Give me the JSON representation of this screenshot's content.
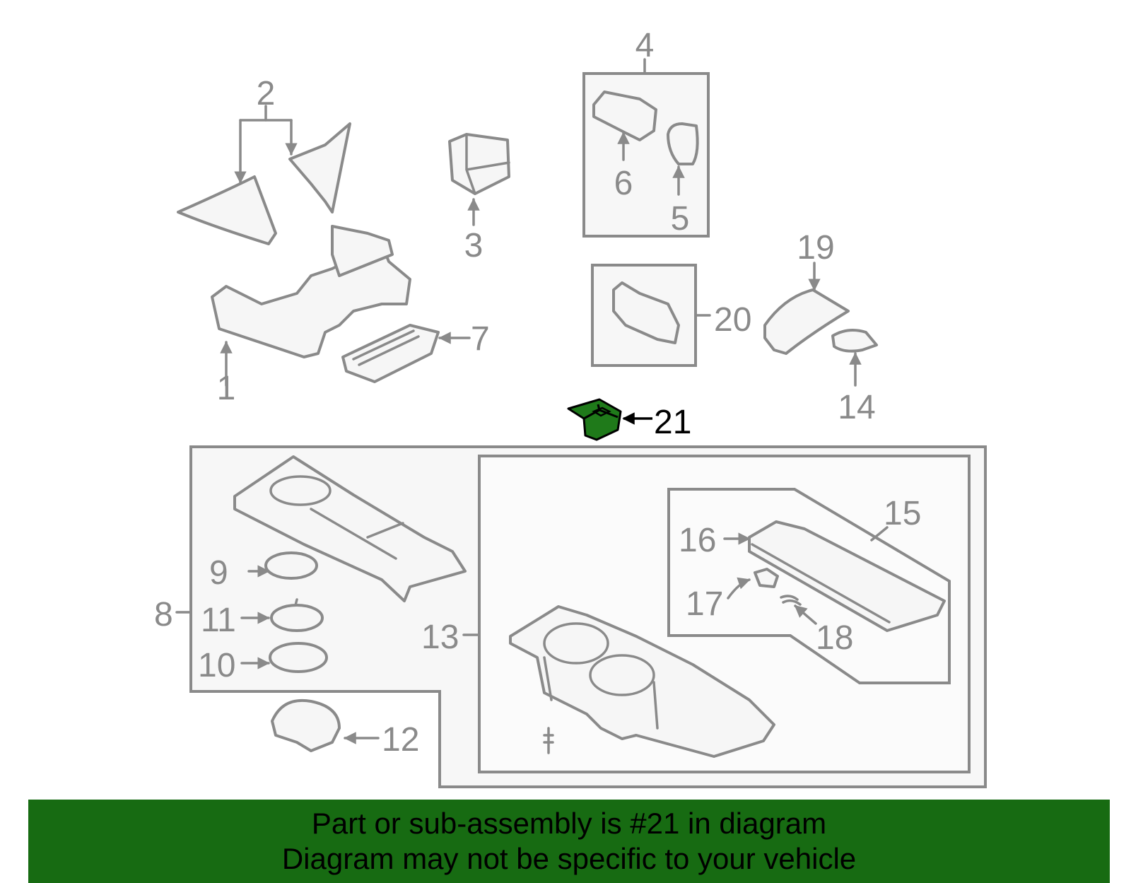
{
  "callouts": [
    "1",
    "2",
    "3",
    "4",
    "5",
    "6",
    "7",
    "8",
    "9",
    "10",
    "11",
    "12",
    "13",
    "14",
    "15",
    "16",
    "17",
    "18",
    "19",
    "20",
    "21"
  ],
  "highlighted_part": "21",
  "colors": {
    "highlight": "#1f7a1a",
    "banner": "#176b12",
    "lines": "#8a8a8a"
  },
  "banner": {
    "line1": "Part or sub-assembly is #21 in diagram",
    "line2": "Diagram may not be specific to your vehicle"
  }
}
